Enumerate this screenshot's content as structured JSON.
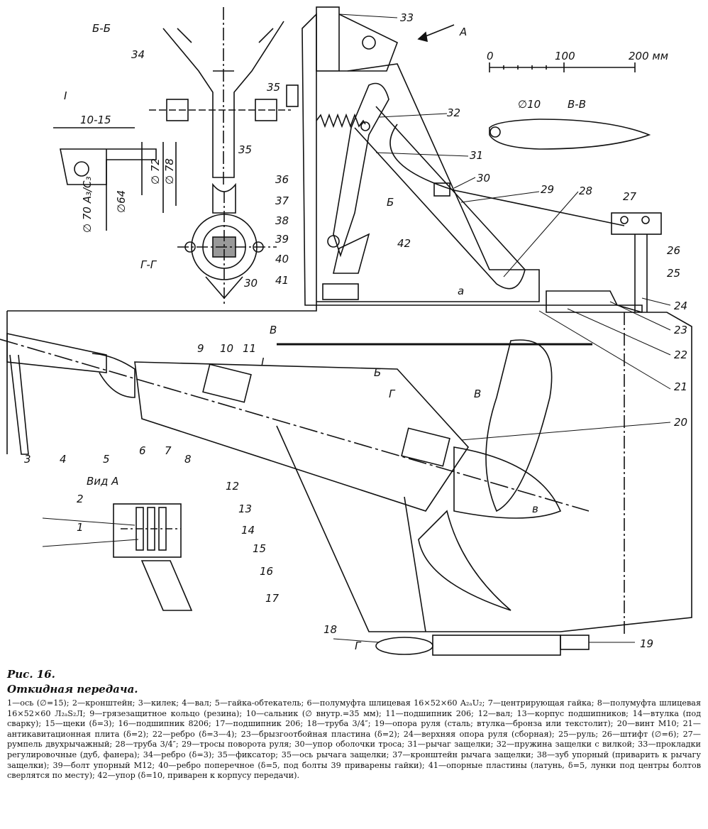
{
  "figure": {
    "number": "Рис. 16.",
    "title": "Откидная передача.",
    "legend": "1—ось (∅=15); 2—кронштейн; 3—килек; 4—вал; 5—гайка-обтекатель; 6—полумуфта шлицевая 16×52×60 A₂ₐU₂; 7—центрирующая гайка; 8—полумуфта шлицевая 16×52×60 Л₂ₐS₂Л; 9—грязезащитное кольцо (резина); 10—сальник (∅ внутр.=35 мм); 11—подшипник 206; 12—вал; 13—корпус подшипников; 14—втулка (под сварку); 15—щеки (δ=3); 16—подшипник 8206; 17—подшипник 206; 18—труба 3/4″; 19—опора руля (сталь; втулка—бронза или текстолит); 20—винт М10; 21—антикавитационная плита (δ=2); 22—ребро (δ=3—4); 23—брызгоотбойная пластина (δ=2); 24—верхняя опора руля (сборная); 25—руль; 26—штифт (∅=6); 27—румпель двухрычажный; 28—труба 3/4″; 29—тросы поворота руля; 30—упор оболочки троса; 31—рычаг защелки; 32—пружина защелки с вилкой; 33—прокладки регулировочные (дуб, фанера); 34—ребро (δ=3); 35—фиксатор; 35—ось рычага защелки; 37—кронштейн рычага защелки; 38—зуб упорный (приварить к рычагу защелки); 39—болт упорный М12; 40—ребро поперечное (δ=5, под болты 39 приварены гайки); 41—опорные пластины (латунь, δ=5, лунки под центры болтов сверлятся по месту); 42—упор (δ=10, приварен к корпусу передачи)."
  },
  "section_labels": {
    "bb": "Б-Б",
    "gg": "Г-Г",
    "vv": "В-В",
    "detail_I": "I",
    "view_A": "Вид А",
    "arrow_A": "A",
    "cut_B": "Б",
    "cut_V": "В",
    "cut_G": "Г",
    "detail_I_ref": "I",
    "hull_mark": "a",
    "prop_mark": "в"
  },
  "scale_bar": {
    "tick_0": "0",
    "tick_100": "100",
    "tick_200": "200 мм"
  },
  "dimensions": {
    "d10_15": "10-15",
    "d70": "∅ 70 A₃/C₃",
    "d64": "∅64",
    "d72": "∅ 72",
    "d78": "∅ 78",
    "d35": "35",
    "d30": "30",
    "d_phi10": "∅10"
  },
  "callouts": [
    "1",
    "2",
    "3",
    "4",
    "5",
    "6",
    "7",
    "8",
    "9",
    "10",
    "11",
    "12",
    "13",
    "14",
    "15",
    "16",
    "17",
    "18",
    "19",
    "20",
    "21",
    "22",
    "23",
    "24",
    "25",
    "26",
    "27",
    "28",
    "29",
    "30",
    "31",
    "32",
    "33",
    "34",
    "35",
    "36",
    "37",
    "38",
    "39",
    "40",
    "41",
    "42"
  ]
}
